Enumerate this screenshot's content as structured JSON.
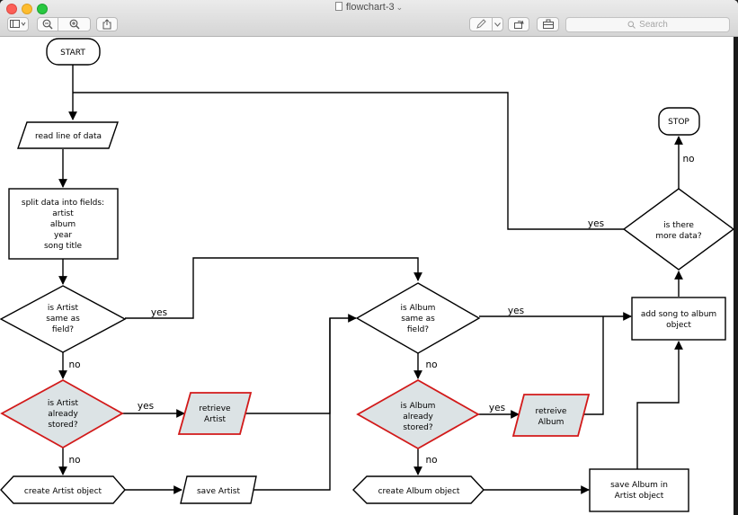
{
  "window": {
    "title": "flowchart-3"
  },
  "toolbar": {
    "search_placeholder": "Search"
  },
  "flow": {
    "start": "START",
    "stop": "STOP",
    "read": "read line of data",
    "split": [
      "split data into fields:",
      "artist",
      "album",
      "year",
      "song title"
    ],
    "is_artist_same": [
      "is Artist",
      "same as",
      "field?"
    ],
    "is_artist_stored": [
      "is Artist",
      "already",
      "stored?"
    ],
    "retrieve_artist": [
      "retrieve",
      "Artist"
    ],
    "create_artist": "create Artist object",
    "save_artist": "save Artist",
    "is_album_same": [
      "is Album",
      "same as",
      "field?"
    ],
    "is_album_stored": [
      "is Album",
      "already",
      "stored?"
    ],
    "retrieve_album": [
      "retreive",
      "Album"
    ],
    "create_album": "create Album object",
    "save_album": [
      "save Album in",
      "Artist object"
    ],
    "add_song": [
      "add song to album",
      "object"
    ],
    "is_more": [
      "is there",
      "more data?"
    ]
  },
  "labels": {
    "yes": "yes",
    "no": "no"
  },
  "colors": {
    "highlight_fill": "#dce3e5",
    "highlight_stroke": "#d21a1a"
  }
}
